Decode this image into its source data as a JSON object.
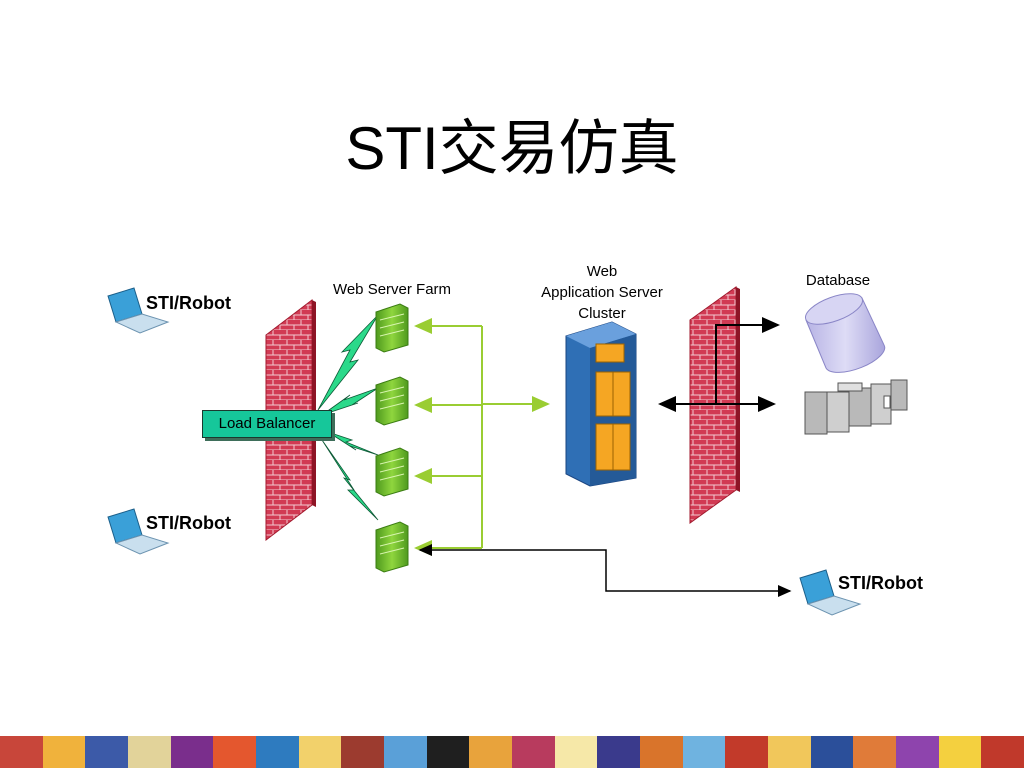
{
  "title": "STI交易仿真",
  "labels": {
    "web_server_farm": "Web Server Farm",
    "app_server_line1": "Web",
    "app_server_line2": "Application Server",
    "app_server_line3": "Cluster",
    "database": "Database",
    "load_balancer": "Load Balancer"
  },
  "robots": [
    {
      "label": "STI/Robot"
    },
    {
      "label": "STI/Robot"
    },
    {
      "label": "STI/Robot"
    }
  ],
  "colors": {
    "firewall": "#c8233c",
    "server_green": "#6ab82a",
    "arrow_green": "#9acd32",
    "load_balancer": "#16c79a",
    "rack_blue": "#2f6fb5",
    "rack_orange": "#f5a623",
    "database": "#c7c4ea"
  }
}
